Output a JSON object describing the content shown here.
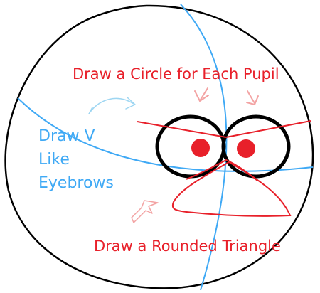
{
  "labels": {
    "pupil": "Draw a Circle for Each Pupil",
    "triangle": "Draw a Rounded Triangle",
    "eyebrows": [
      "Draw V",
      "Like",
      "Eyebrows"
    ]
  },
  "icons": {
    "head": "head-outline-icon",
    "guide": "guide-line-icon",
    "eye": "eye-circle-icon",
    "pupil": "pupil-dot-icon",
    "eyebrow": "eyebrow-line-icon",
    "beak": "beak-triangle-icon",
    "arrow": "arrow-icon"
  },
  "colors": {
    "outline": "#000000",
    "guide": "#3fa9f5",
    "red": "#e8202a",
    "red_arrow": "#f3a3a3",
    "blue_arrow": "#9ed6f2",
    "blue_text": "#3fa9f5"
  }
}
